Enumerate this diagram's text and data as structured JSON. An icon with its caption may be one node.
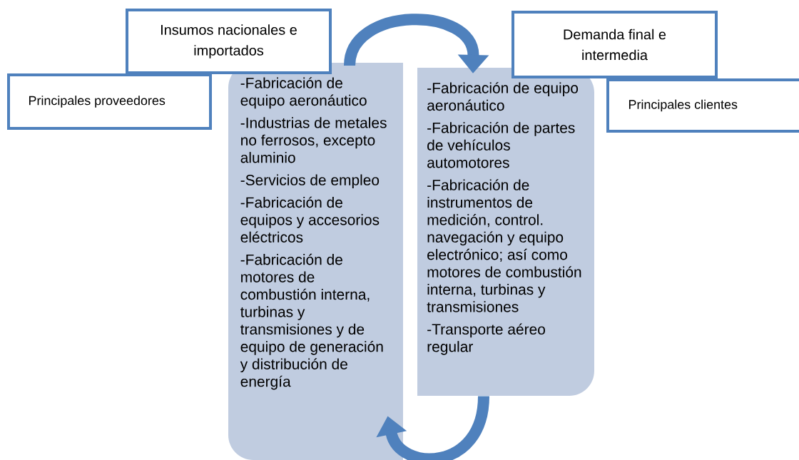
{
  "diagram": {
    "nodes": [
      {
        "text": [
          "Insumos nacionales e importados"
        ]
      },
      {
        "text": [
          "Demanda final e intermedia"
        ]
      },
      {
        "text": [
          "Principales proveedores"
        ]
      },
      {
        "text": [
          "Principales clientes"
        ]
      },
      {
        "text": [
          "-Fabricación de equipo aeronáutico",
          "-Industrias de metales no ferrosos, excepto aluminio",
          "-Servicios de empleo",
          "-Fabricación de equipos y accesorios eléctricos",
          "-Fabricación de motores de combustión interna, turbinas y transmisiones y de equipo de generación y distribución de energía"
        ]
      },
      {
        "text": [
          "-Fabricación de equipo aeronáutico",
          "-Fabricación de partes de vehículos automotores",
          "-Fabricación de instrumentos de medición, control. navegación y equipo electrónico; así como motores de combustión interna, turbinas y transmisiones",
          "-Transporte aéreo regular"
        ]
      }
    ],
    "edges": [
      {
        "from": 4,
        "to": 5,
        "arrow": "to"
      },
      {
        "from": 5,
        "to": 4,
        "arrow": "to"
      }
    ]
  }
}
